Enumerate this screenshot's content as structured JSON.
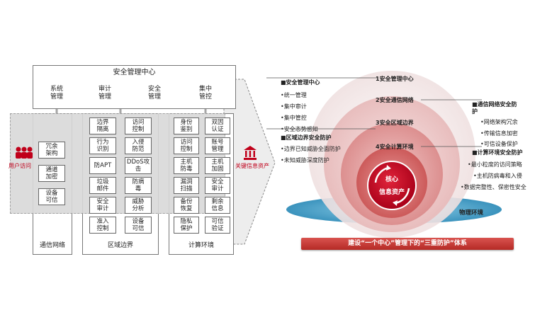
{
  "center": {
    "title": "安全管理中心",
    "functions": [
      "系统\n管理",
      "审计\n管理",
      "安全\n管理",
      "集中\n管控"
    ]
  },
  "columns": {
    "network": {
      "label": "通信网络",
      "boxes": [
        "冗余\n架构",
        "通道\n加密",
        "设备\n可信"
      ]
    },
    "boundary": {
      "label": "区域边界",
      "boxes": [
        "边界\n隔离",
        "访问\n控制",
        "行为\n识别",
        "入侵\n防范",
        "防APT",
        "DDoS攻\n击",
        "垃圾\n邮件",
        "防病\n毒",
        "安全\n审计",
        "威胁\n分析",
        "准入\n控制",
        "设备\n可信"
      ]
    },
    "compute": {
      "label": "计算环境",
      "boxes": [
        "身份\n鉴别",
        "双因\n认证",
        "访问\n控制",
        "账号\n管理",
        "主机\n防毒",
        "主机\n加固",
        "漏洞\n扫描",
        "安全\n审计",
        "备份\n恢复",
        "剩余\n信息",
        "隐私\n保护",
        "可信\n验证"
      ]
    }
  },
  "left_side": {
    "user_label": "用户访问"
  },
  "right_side": {
    "asset_label": "关键信息资产"
  },
  "rings": [
    "1安全管理中心",
    "2安全通信网络",
    "3安全区域边界",
    "4安全计算环境"
  ],
  "core": {
    "line1": "核心",
    "line2": "信息资产"
  },
  "physical": "物理环境",
  "left_list": {
    "management": {
      "head": "■安全管理中心",
      "items": [
        "•统一管理",
        "•集中审计",
        "•集中管控",
        "•安全态势感知"
      ]
    },
    "boundary": {
      "head": "■区域边界安全防护",
      "items": [
        "•边界已知威胁全面防护",
        "•未知威胁深度防护"
      ]
    }
  },
  "right_list": {
    "network": {
      "head": "■通信网络安全防\n护",
      "items": [
        "•网络架构冗余",
        "•传输信息加密",
        "•可信设备保护"
      ]
    },
    "compute": {
      "head": "■计算环境安全防护",
      "items": [
        "•最小粒度的访问策略",
        "•主机防病毒和入侵",
        "•数据完整性、保密性安全"
      ]
    }
  },
  "banner": "建设“一个中心”管理下的“三重防护”体系",
  "colors": {
    "accent_red": "#c0001a",
    "banner_bg": "#c0392b",
    "ring_outer": "#f3e3e3",
    "ring_2": "#eec4c4",
    "ring_3": "#e59a9a",
    "ring_4": "#d46464",
    "core": "#c8001f",
    "ground": "#4fa6cc",
    "gray": "#d9d9d9"
  }
}
